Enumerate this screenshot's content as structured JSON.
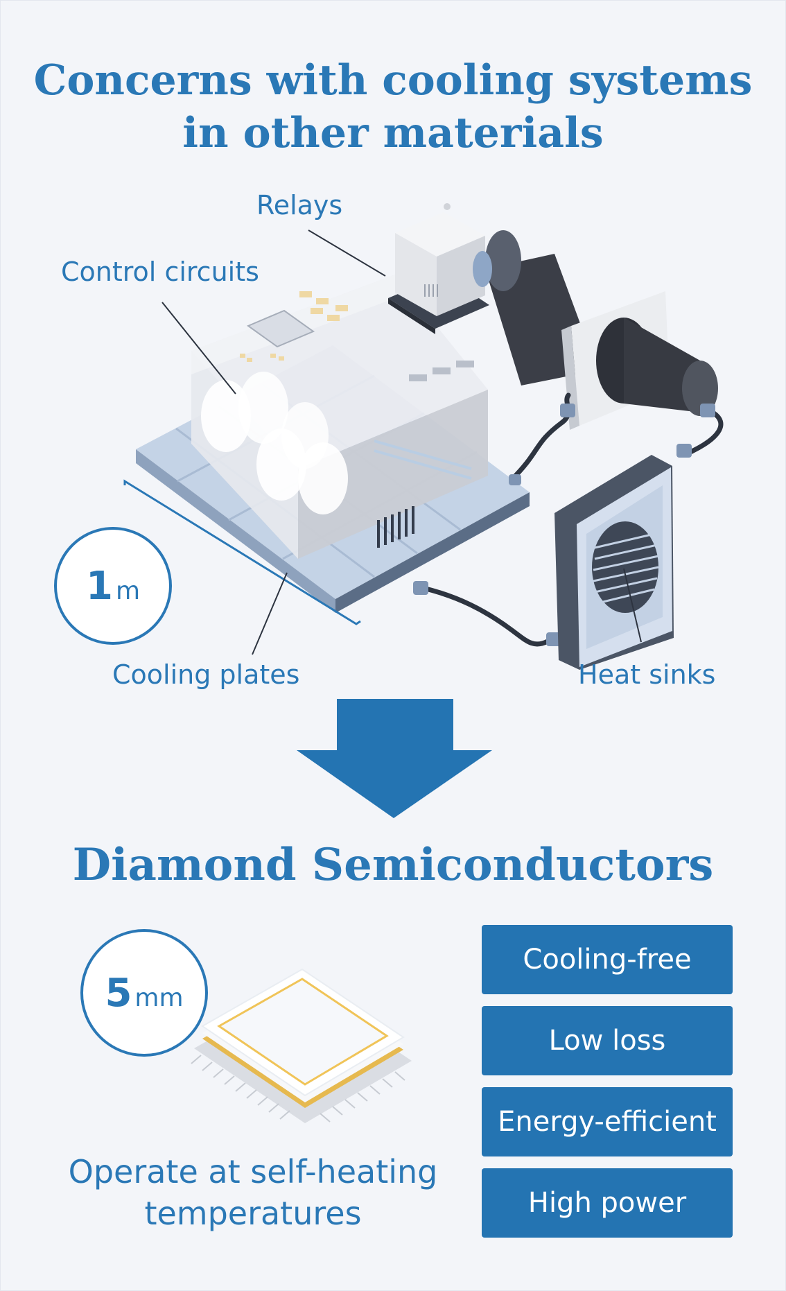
{
  "header": {
    "title_line1": "Concerns with cooling systems",
    "title_line2": "in other materials"
  },
  "labels": {
    "relays": "Relays",
    "control_circuits": "Control circuits",
    "cooling_plates": "Cooling plates",
    "heat_sinks": "Heat sinks"
  },
  "size_badges": {
    "large": {
      "value": "1",
      "unit": "m"
    },
    "small": {
      "value": "5",
      "unit": "mm"
    }
  },
  "section_title": "Diamond Semiconductors",
  "features": [
    "Cooling-free",
    "Low loss",
    "Energy-efficient",
    "High power"
  ],
  "caption": {
    "line1": "Operate at self-heating",
    "line2": "temperatures"
  },
  "colors": {
    "accent": "#2a78b6",
    "feature_box": "#2474b2",
    "background": "#f3f5f9"
  }
}
